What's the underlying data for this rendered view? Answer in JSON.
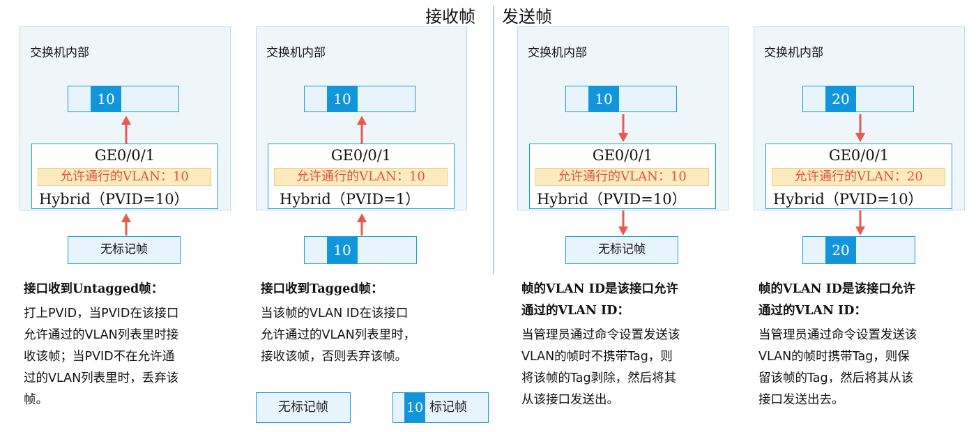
{
  "headings": {
    "receive": "接收帧",
    "send": "发送帧"
  },
  "colors": {
    "accent": "#1296db",
    "arrow": "#e85a4f",
    "allow_bg": "#fdebc0",
    "allow_text": "#e0533a",
    "panel_bg": "#eef6fa"
  },
  "panels": [
    {
      "title": "交换机内部",
      "inner_frame": "10",
      "port": "GE0/0/1",
      "allowed": "允许通行的VLAN：10",
      "mode": "Hybrid（PVID=10）",
      "outer_frame_untagged": "无标记帧",
      "desc_title": "接口收到Untagged帧：",
      "desc_lines": [
        "打上PVID，当PVID在该接口",
        "允许通过的VLAN列表里时接",
        "收该帧；当PVID不在允许通",
        "过的VLAN列表里时，丢弃该",
        "帧。"
      ]
    },
    {
      "title": "交换机内部",
      "inner_frame": "10",
      "port": "GE0/0/1",
      "allowed": "允许通行的VLAN：10",
      "mode": "Hybrid（PVID=1）",
      "outer_frame_tag": "10",
      "desc_title": "接口收到Tagged帧：",
      "desc_lines": [
        "当该帧的VLAN ID在该接口",
        "允许通过的VLAN列表里时，",
        "接收该帧，否则丢弃该帧。"
      ]
    },
    {
      "title": "交换机内部",
      "inner_frame": "10",
      "port": "GE0/0/1",
      "allowed": "允许通行的VLAN：10",
      "mode": "Hybrid（PVID=10）",
      "outer_frame_untagged": "无标记帧",
      "desc_title_lines": [
        "帧的VLAN ID是该接口允许",
        "通过的VLAN ID："
      ],
      "desc_lines": [
        "当管理员通过命令设置发送该",
        "VLAN的帧时不携带Tag，则",
        "将该帧的Tag剥除，然后将其",
        "从该接口发送出。"
      ]
    },
    {
      "title": "交换机内部",
      "inner_frame": "20",
      "port": "GE0/0/1",
      "allowed": "允许通行的VLAN：20",
      "mode": "Hybrid（PVID=10）",
      "outer_frame_tag": "20",
      "desc_title_lines": [
        "帧的VLAN ID是该接口允许",
        "通过的VLAN ID："
      ],
      "desc_lines": [
        "当管理员通过命令设置发送该",
        "VLAN的帧时携带Tag，则保",
        "留该帧的Tag，然后将其从该",
        "接口发送出去。"
      ]
    }
  ],
  "legend": {
    "untagged": "无标记帧",
    "tag_value": "10",
    "tagged": "标记帧"
  }
}
